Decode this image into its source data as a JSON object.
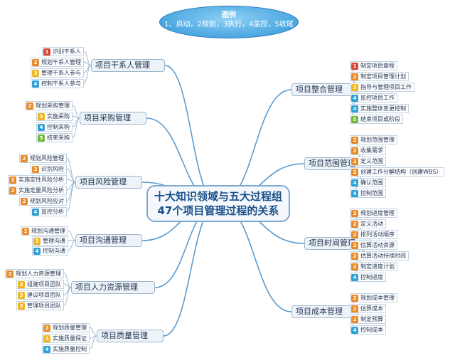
{
  "legend": {
    "title": "图例",
    "line": "1、启动，2规划，3执行，4监控，5收尾"
  },
  "center": {
    "line1": "十大知识领域与五大过程组",
    "line2": "47个项目管理过程的关系"
  },
  "stage_colors": {
    "1": "#d9473a",
    "2": "#e88a2a",
    "3": "#f2b41c",
    "4": "#2f9fd4",
    "5": "#6fb63a"
  },
  "areas": [
    {
      "name": "项目干系人管理",
      "items": [
        {
          "n": "1",
          "t": "识别干系人"
        },
        {
          "n": "2",
          "t": "规划干系人管理"
        },
        {
          "n": "3",
          "t": "管理干系人参与"
        },
        {
          "n": "4",
          "t": "控制干系人参与"
        }
      ]
    },
    {
      "name": "项目采购管理",
      "items": [
        {
          "n": "2",
          "t": "规划采购管理"
        },
        {
          "n": "3",
          "t": "实施采购"
        },
        {
          "n": "4",
          "t": "控制采购"
        },
        {
          "n": "5",
          "t": "结束采购"
        }
      ]
    },
    {
      "name": "项目风险管理",
      "items": [
        {
          "n": "2",
          "t": "规划风险管理"
        },
        {
          "n": "2",
          "t": "识别风险"
        },
        {
          "n": "2",
          "t": "实施定性风险分析"
        },
        {
          "n": "2",
          "t": "实施定量风险分析"
        },
        {
          "n": "2",
          "t": "规划风险应对"
        },
        {
          "n": "4",
          "t": "监控分析"
        }
      ]
    },
    {
      "name": "项目沟通管理",
      "items": [
        {
          "n": "2",
          "t": "规划沟通管理"
        },
        {
          "n": "3",
          "t": "管理沟通"
        },
        {
          "n": "4",
          "t": "控制沟通"
        }
      ]
    },
    {
      "name": "项目人力资源管理",
      "items": [
        {
          "n": "2",
          "t": "规划人力资源管理"
        },
        {
          "n": "3",
          "t": "组建项目团队"
        },
        {
          "n": "3",
          "t": "建设项目团队"
        },
        {
          "n": "3",
          "t": "管理项目团队"
        }
      ]
    },
    {
      "name": "项目质量管理",
      "items": [
        {
          "n": "2",
          "t": "规划质量管理"
        },
        {
          "n": "3",
          "t": "实施质量保证"
        },
        {
          "n": "4",
          "t": "实施质量控制"
        }
      ]
    },
    {
      "name": "项目整合管理",
      "items": [
        {
          "n": "1",
          "t": "制定项目章程"
        },
        {
          "n": "2",
          "t": "制定项目管理计划"
        },
        {
          "n": "3",
          "t": "指导与管理项目工作"
        },
        {
          "n": "4",
          "t": "监控项目工作"
        },
        {
          "n": "4",
          "t": "实施整体变更控制"
        },
        {
          "n": "5",
          "t": "结束项目或阶段"
        }
      ]
    },
    {
      "name": "项目范围管理",
      "items": [
        {
          "n": "2",
          "t": "规划范围管理"
        },
        {
          "n": "2",
          "t": "收集需求"
        },
        {
          "n": "2",
          "t": "定义范围"
        },
        {
          "n": "2",
          "t": "创建工作分解结构（创建WBS）"
        },
        {
          "n": "4",
          "t": "确认范围"
        },
        {
          "n": "4",
          "t": "控制范围"
        }
      ]
    },
    {
      "name": "项目时间管理",
      "items": [
        {
          "n": "2",
          "t": "规划进度管理"
        },
        {
          "n": "2",
          "t": "定义活动"
        },
        {
          "n": "2",
          "t": "排列活动顺序"
        },
        {
          "n": "2",
          "t": "估算活动资源"
        },
        {
          "n": "2",
          "t": "估算活动持续时间"
        },
        {
          "n": "2",
          "t": "制定进度计划"
        },
        {
          "n": "4",
          "t": "控制进度"
        }
      ]
    },
    {
      "name": "项目成本管理",
      "items": [
        {
          "n": "2",
          "t": "规划成本管理"
        },
        {
          "n": "2",
          "t": "估算成本"
        },
        {
          "n": "2",
          "t": "制定预算"
        },
        {
          "n": "4",
          "t": "控制成本"
        }
      ]
    }
  ]
}
